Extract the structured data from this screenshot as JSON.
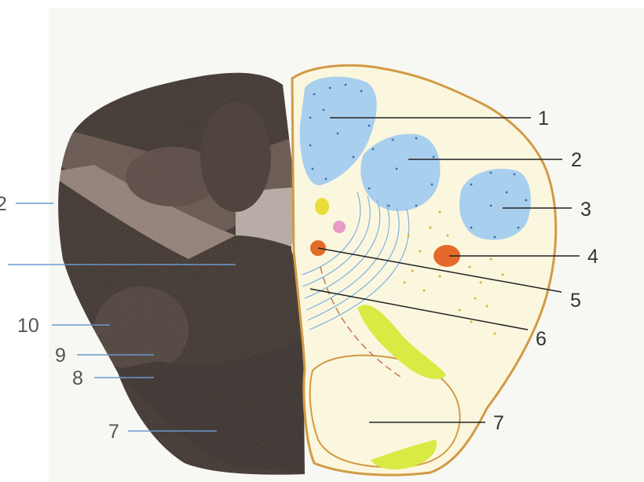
{
  "colors": {
    "page_bg": "#ffffff",
    "panel_bg": "#f7f7f3",
    "section_dark": "#2f2623",
    "section_mid": "#5a4a44",
    "section_light": "#a08e84",
    "diagram_fill": "#fbf7de",
    "diagram_outline": "#d29a46",
    "nucleus_blue": "#a9cfee",
    "nucleus_dots": "#3b6ea8",
    "fiber_lines": "#7fb0de",
    "yellow_green": "#d9ea45",
    "orange": "#e36a2b",
    "pink": "#e89ac8",
    "right_label_line": "#222222",
    "left_label_line": "#6d98cf",
    "label_text": "#333333",
    "left_label_text": "#555555"
  },
  "right_labels": [
    "1",
    "2",
    "3",
    "4",
    "5",
    "6",
    "7"
  ],
  "left_labels": [
    "2",
    "10",
    "9",
    "8",
    "7"
  ]
}
